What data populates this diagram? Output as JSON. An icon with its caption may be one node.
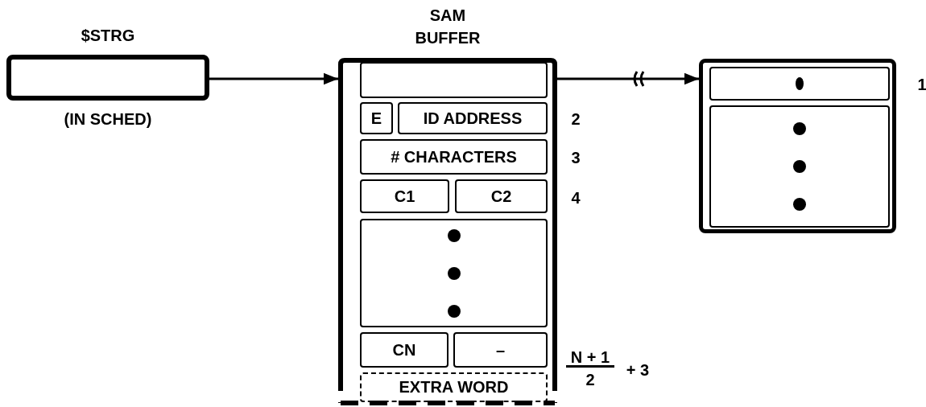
{
  "diagram": {
    "nodes": [
      {
        "text": [
          "$STRG"
        ],
        "beside": [
          "(IN SCHED)"
        ]
      },
      {
        "text": [
          "SAM BUFFER"
        ]
      },
      {
        "text": [],
        "shape": "box",
        "in": 1
      },
      {
        "text": [
          "E"
        ],
        "in": 1
      },
      {
        "text": [
          "ID ADDRESS"
        ],
        "in": 1
      },
      {
        "text": [
          "# CHARACTERS"
        ],
        "in": 1
      },
      {
        "text": [
          "C1"
        ],
        "in": 1
      },
      {
        "text": [
          "C2"
        ],
        "in": 1
      },
      {
        "text": [],
        "shape": "box",
        "in": 1
      },
      {
        "text": [
          "CN"
        ],
        "in": 1
      },
      {
        "text": [
          "–"
        ],
        "in": 1
      },
      {
        "text": [
          "EXTRA WORD"
        ],
        "in": 1
      },
      {
        "text": [],
        "shape": "box"
      },
      {
        "text": [],
        "shape": "box",
        "in": 12
      },
      {
        "text": [],
        "shape": "box",
        "in": 12
      }
    ],
    "edges": [
      {
        "from": 0,
        "to": 1,
        "arrow": "to"
      },
      {
        "from": 1,
        "to": 12,
        "arrow": "to"
      }
    ],
    "labels": [
      "1",
      "2",
      "3",
      "4",
      "N + 1",
      "2",
      "+ 3"
    ]
  }
}
